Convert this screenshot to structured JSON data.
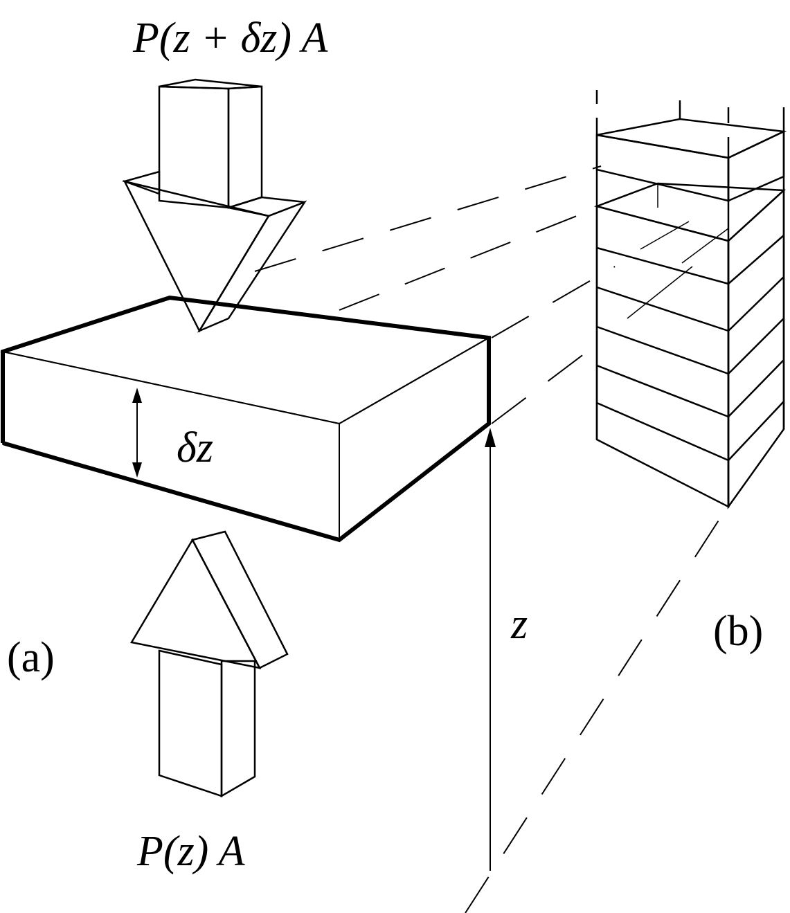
{
  "labels": {
    "top_force": "P(z + δz) A",
    "bottom_force": "P(z) A",
    "thickness": "δz",
    "height": "z",
    "panel_a": "(a)",
    "panel_b": "(b)"
  },
  "colors": {
    "top_face": "#c8c8c8",
    "front_face": "#e6e6e6",
    "side_face": "#cacaca",
    "arrow_light": "#e4e4e4",
    "arrow_dark": "#c6c6c6",
    "stroke": "#000000"
  }
}
